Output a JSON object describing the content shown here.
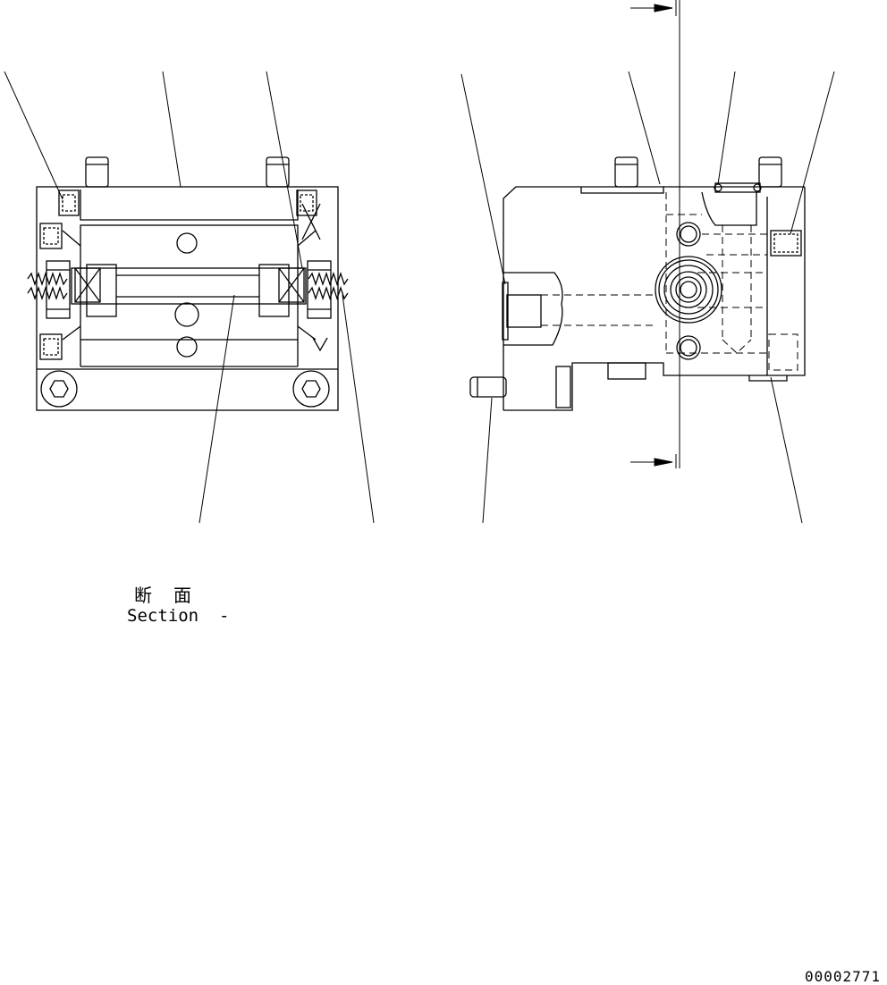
{
  "section_label_jp": "断 面",
  "section_label_en": "Section  -",
  "drawing_number": "00002771",
  "colors": {
    "line": "#000000",
    "background": "#ffffff"
  }
}
